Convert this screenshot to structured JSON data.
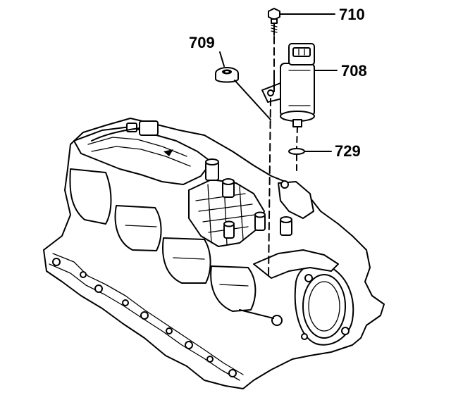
{
  "callouts": [
    {
      "id": "710",
      "label": "710"
    },
    {
      "id": "709",
      "label": "709"
    },
    {
      "id": "708",
      "label": "708"
    },
    {
      "id": "729",
      "label": "729"
    }
  ]
}
